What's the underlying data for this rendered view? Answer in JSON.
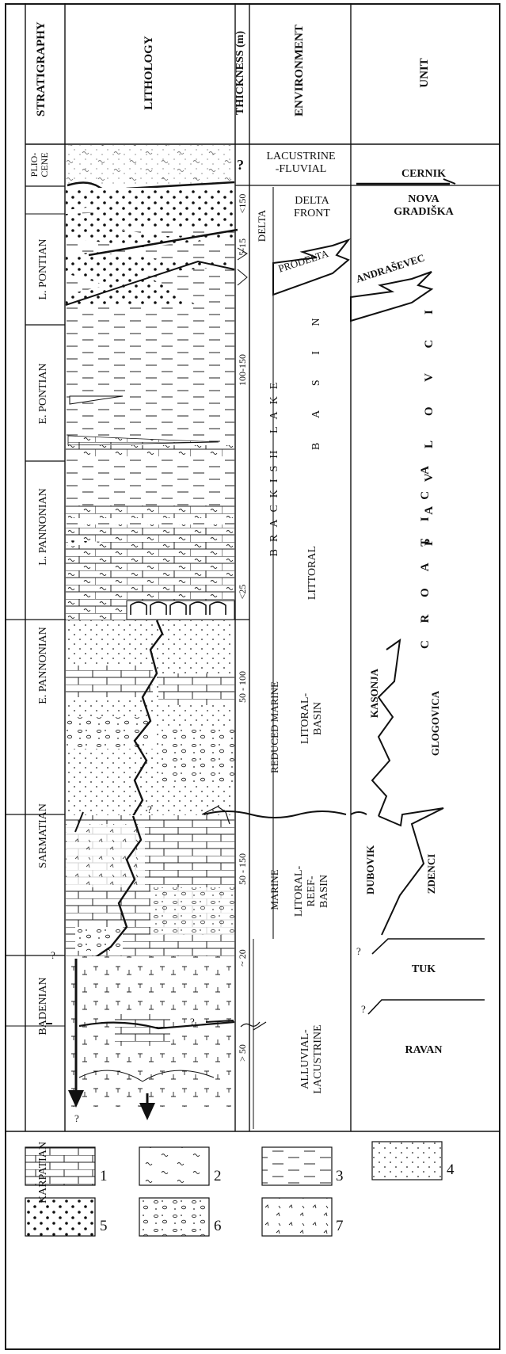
{
  "headers": {
    "stratigraphy": "STRATIGRAPHY",
    "lithology": "LITHOLOGY",
    "thickness": "THICKNESS (m)",
    "environment": "ENVIRONMENT",
    "unit": "UNIT"
  },
  "stratigraphy": {
    "pliocene": "PLIO-\nCENE",
    "l_pontian": "L. PONTIAN",
    "e_pontian": "E. PONTIAN",
    "l_pannonian": "L. PANNONIAN",
    "e_pannonian": "E. PANNONIAN",
    "sarmatian": "SARMATIAN",
    "badenian": "BADENIAN",
    "karpatian": "KARPATIAN"
  },
  "thickness": {
    "question": "?",
    "t150": "<150",
    "t5_15": "5-15",
    "t100_150": "100-150",
    "t25": "<25",
    "t50_100": "50 - 100",
    "t50_150": "50 - 150",
    "t20": "~ 20",
    "t50": "> 50"
  },
  "environment": {
    "lacustrine_fluvial": "LACUSTRINE\n-FLUVIAL",
    "delta": "DELTA",
    "delta_front": "DELTA\nFRONT",
    "prodelta": "PRODELTA",
    "brackish_lake": "BRACKISH LAKE",
    "basin": "B A S I N",
    "littoral": "LITTORAL",
    "reduced_marine": "REDUCED MARINE",
    "litoral_basin": "LITORAL-\nBASIN",
    "marine": "MARINE",
    "litoral_reef_basin": "LITORAL-\nREEF-\nBASIN",
    "alluvial_lacustrine": "ALLUVIAL-\nLACUSTRINE"
  },
  "units": {
    "cernik": "CERNIK",
    "nova_gradiska": "NOVA\nGRADIŠKA",
    "andrasevec": "ANDRAŠEVEC",
    "pavlovci": "P A V L O V C I",
    "croatica": "C R O A T I C A",
    "kasonja": "KASONJA",
    "glogovica": "GLOGOVICA",
    "dubovik": "DUBOVIK",
    "zdenci": "ZDENCI",
    "tuk": "TUK",
    "ravan": "RAVAN"
  },
  "question_marks": [
    "?",
    "?",
    "?",
    "?",
    "?",
    "?"
  ],
  "legend": [
    "1",
    "2",
    "3",
    "4",
    "5",
    "6",
    "7"
  ],
  "legend_patterns": [
    "limestone",
    "marl-wavy",
    "clay-shale",
    "fine-sand",
    "sandstone",
    "conglomerate",
    "tuff-volcanic"
  ]
}
